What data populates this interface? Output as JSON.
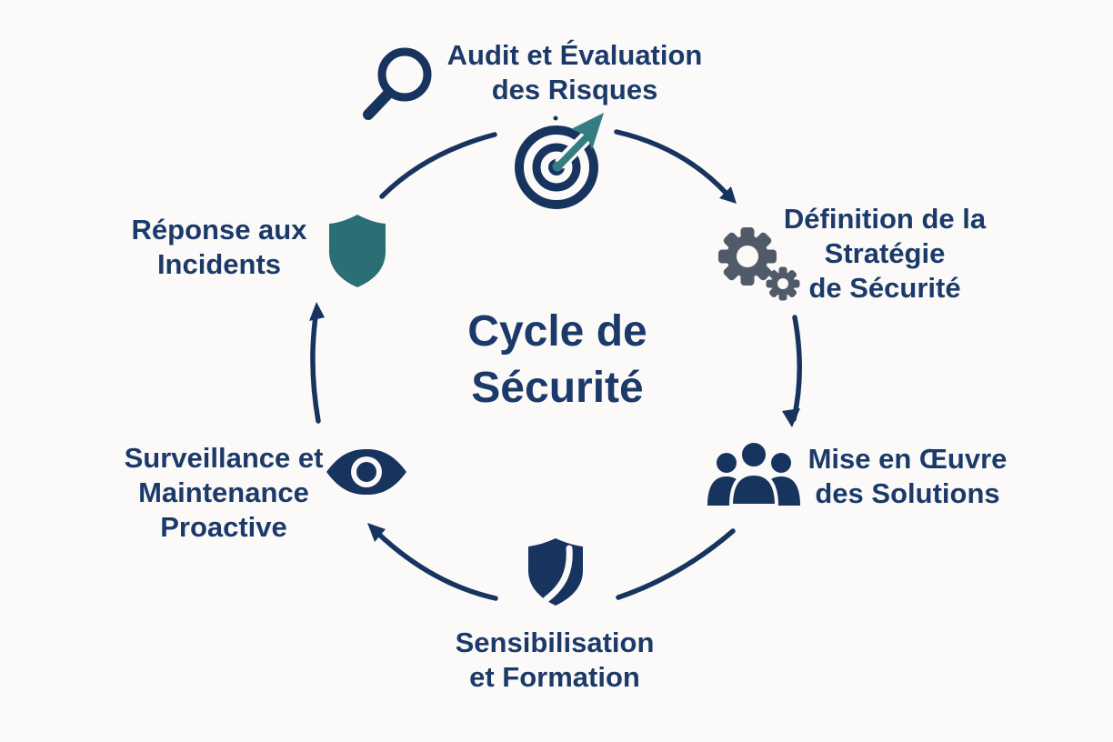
{
  "title": {
    "lines": [
      "Cycle de",
      "Sécurité"
    ]
  },
  "steps": [
    {
      "id": "audit",
      "lines": [
        "Audit et Évaluation",
        "des Risques"
      ],
      "icons": [
        "search-icon",
        "target-icon"
      ]
    },
    {
      "id": "strategy",
      "lines": [
        "Définition de la",
        "Stratégie",
        "de Sécurité"
      ],
      "icons": [
        "gears-icon"
      ]
    },
    {
      "id": "implementation",
      "lines": [
        "Mise en Œuvre",
        "des Solutions"
      ],
      "icons": [
        "team-icon"
      ]
    },
    {
      "id": "training",
      "lines": [
        "Sensibilisation",
        "et Formation"
      ],
      "icons": [
        "shield-check-icon"
      ]
    },
    {
      "id": "monitoring",
      "lines": [
        "Surveillance et",
        "Maintenance",
        "Proactive"
      ],
      "icons": [
        "eye-icon"
      ]
    },
    {
      "id": "incident-response",
      "lines": [
        "Réponse aux",
        "Incidents"
      ],
      "icons": [
        "shield-icon"
      ]
    }
  ],
  "flow": "clockwise",
  "colors": {
    "background": "#fbfaf9",
    "text_navy": "#1c3a69",
    "icon_navy": "#17345f",
    "teal": "#2b6e73",
    "teal_light": "#357d80",
    "slate_gray": "#515a68"
  }
}
